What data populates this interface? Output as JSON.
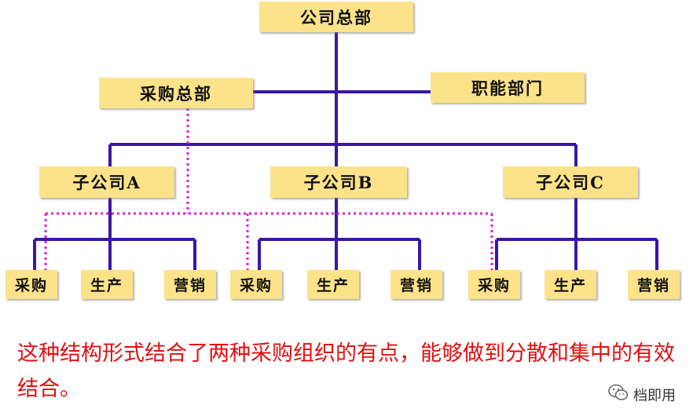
{
  "diagram": {
    "nodes": {
      "hq": "公司总部",
      "purchasing_hq": "采购总部",
      "functional_dept": "职能部门",
      "sub_a": "子公司A",
      "sub_b": "子公司B",
      "sub_c": "子公司C",
      "a_purchase": "采购",
      "a_production": "生产",
      "a_sales": "营销",
      "b_purchase": "采购",
      "b_production": "生产",
      "b_sales": "营销",
      "c_purchase": "采购",
      "c_production": "生产",
      "c_sales": "营销"
    },
    "colors": {
      "box_fill": "#fce38a",
      "solid_line": "#3a16a8",
      "dotted_line": "#e020d0",
      "caption_text": "#e01010"
    }
  },
  "caption": "这种结构形式结合了两种采购组织的有点，能够做到分散和集中的有效结合。",
  "watermark": {
    "icon": "wechat-icon",
    "text": "档即用"
  }
}
